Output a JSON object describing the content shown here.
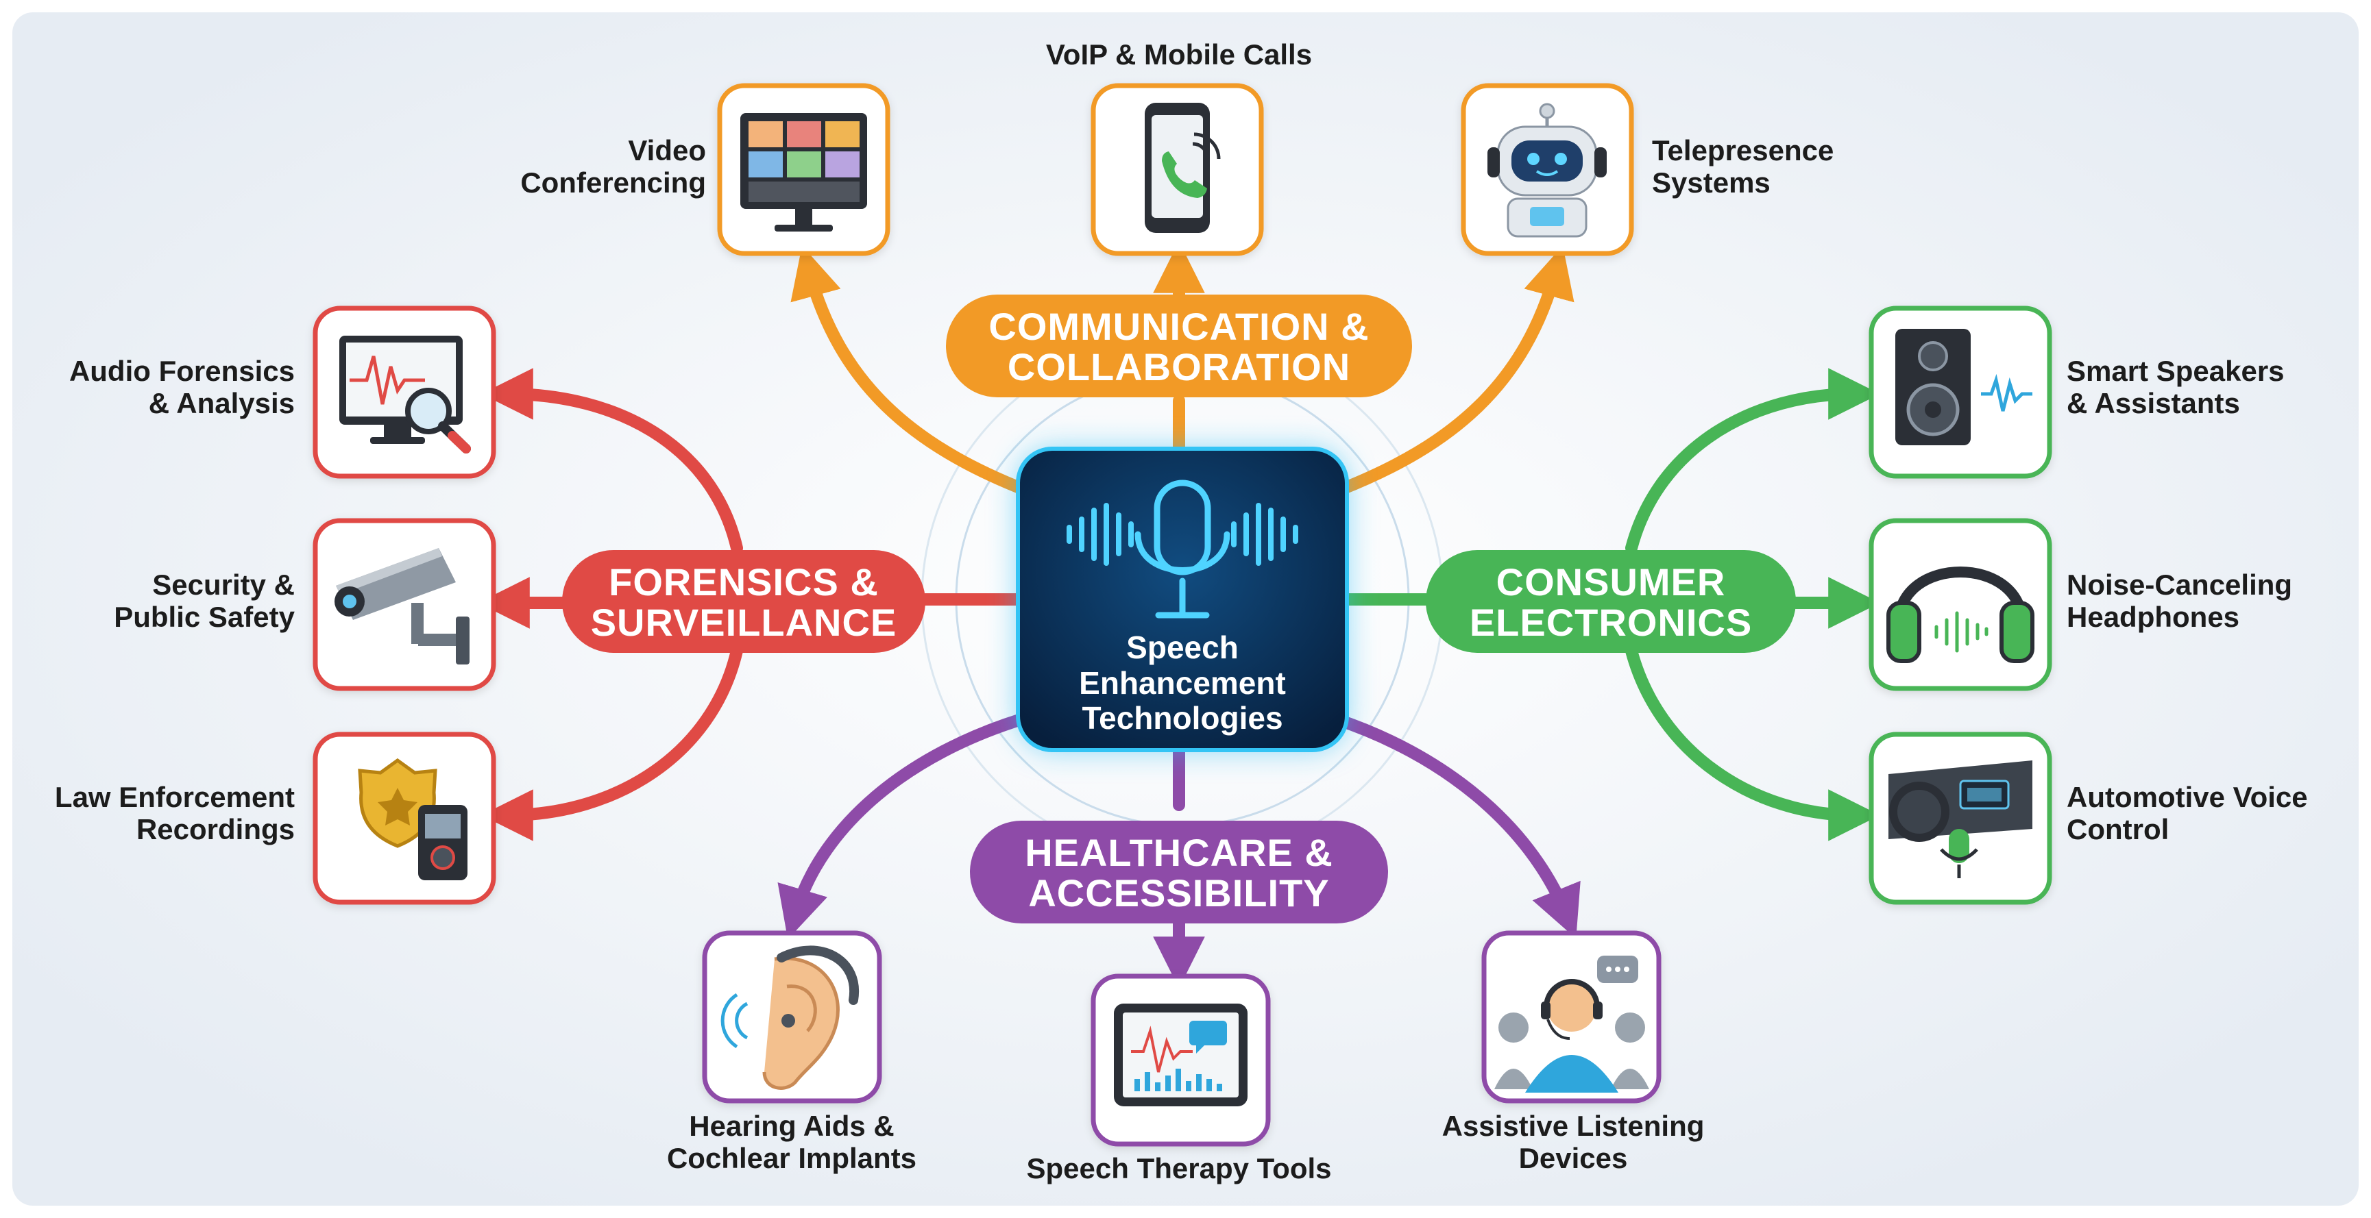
{
  "center": {
    "label": "Speech\nEnhancement\nTechnologies",
    "icon": "microphone-soundwave-icon"
  },
  "colors": {
    "communication": "#F29A26",
    "forensics": "#E04A45",
    "consumer": "#48B556",
    "healthcare": "#8E4BA8",
    "center_bg": "#0B3158",
    "center_glow": "#28B7F0"
  },
  "groups": [
    {
      "id": "communication",
      "label": "COMMUNICATION &\nCOLLABORATION",
      "items": [
        {
          "label": "Video\nConferencing",
          "icon": "video-conference-monitor-icon"
        },
        {
          "label": "VoIP & Mobile Calls",
          "icon": "smartphone-call-icon"
        },
        {
          "label": "Telepresence\nSystems",
          "icon": "robot-icon"
        }
      ]
    },
    {
      "id": "forensics",
      "label": "FORENSICS &\nSURVEILLANCE",
      "items": [
        {
          "label": "Audio Forensics\n& Analysis",
          "icon": "waveform-magnifier-monitor-icon"
        },
        {
          "label": "Security &\nPublic Safety",
          "icon": "security-camera-icon"
        },
        {
          "label": "Law Enforcement\nRecordings",
          "icon": "police-badge-recorder-icon"
        }
      ]
    },
    {
      "id": "consumer",
      "label": "CONSUMER\nELECTRONICS",
      "items": [
        {
          "label": "Smart Speakers\n& Assistants",
          "icon": "smart-speaker-icon"
        },
        {
          "label": "Noise-Canceling\nHeadphones",
          "icon": "headphones-icon"
        },
        {
          "label": "Automotive Voice\nControl",
          "icon": "car-dashboard-mic-icon"
        }
      ]
    },
    {
      "id": "healthcare",
      "label": "HEALTHCARE &\nACCESSIBILITY",
      "items": [
        {
          "label": "Hearing Aids &\nCochlear Implants",
          "icon": "hearing-aid-ear-icon"
        },
        {
          "label": "Speech Therapy Tools",
          "icon": "tablet-waveform-icon"
        },
        {
          "label": "Assistive Listening\nDevices",
          "icon": "person-headset-icon"
        }
      ]
    }
  ]
}
